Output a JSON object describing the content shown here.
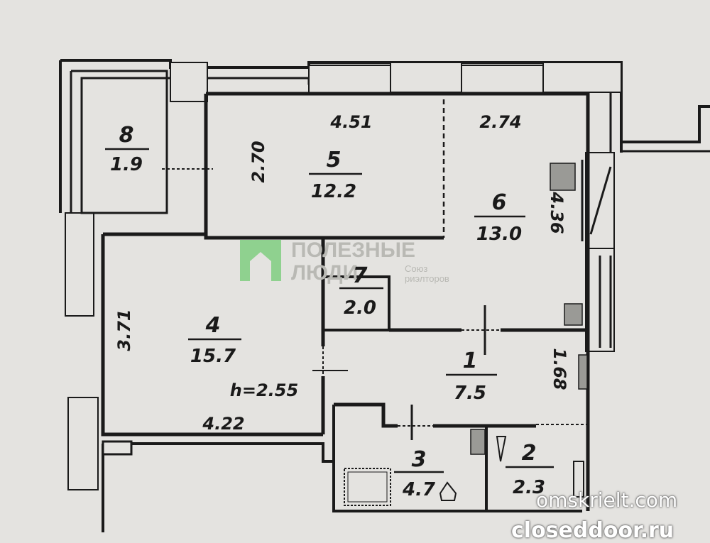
{
  "rooms": [
    {
      "number": "8",
      "area": "1.9"
    },
    {
      "number": "5",
      "area": "12.2"
    },
    {
      "number": "6",
      "area": "13.0"
    },
    {
      "number": "7",
      "area": "2.0"
    },
    {
      "number": "4",
      "area": "15.7"
    },
    {
      "number": "1",
      "area": "7.5"
    },
    {
      "number": "3",
      "area": "4.7"
    },
    {
      "number": "2",
      "area": "2.3"
    }
  ],
  "dimensions": {
    "room5_width": "4.51",
    "room5_depth": "2.70",
    "room6_width": "2.74",
    "room6_depth": "4.36",
    "room4_depth": "3.71",
    "room4_width": "4.22",
    "room1_depth": "1.68",
    "ceiling_height": "h=2.55"
  },
  "watermark": {
    "line1": "ПОЛЕЗНЫЕ",
    "line2": "ЛЮДИ",
    "sub1": "Союз",
    "sub2": "риэлторов",
    "logo_color": "#8fd18f"
  },
  "site_labels": {
    "primary": "omskrielt.com",
    "secondary": "closeddoor.ru"
  }
}
